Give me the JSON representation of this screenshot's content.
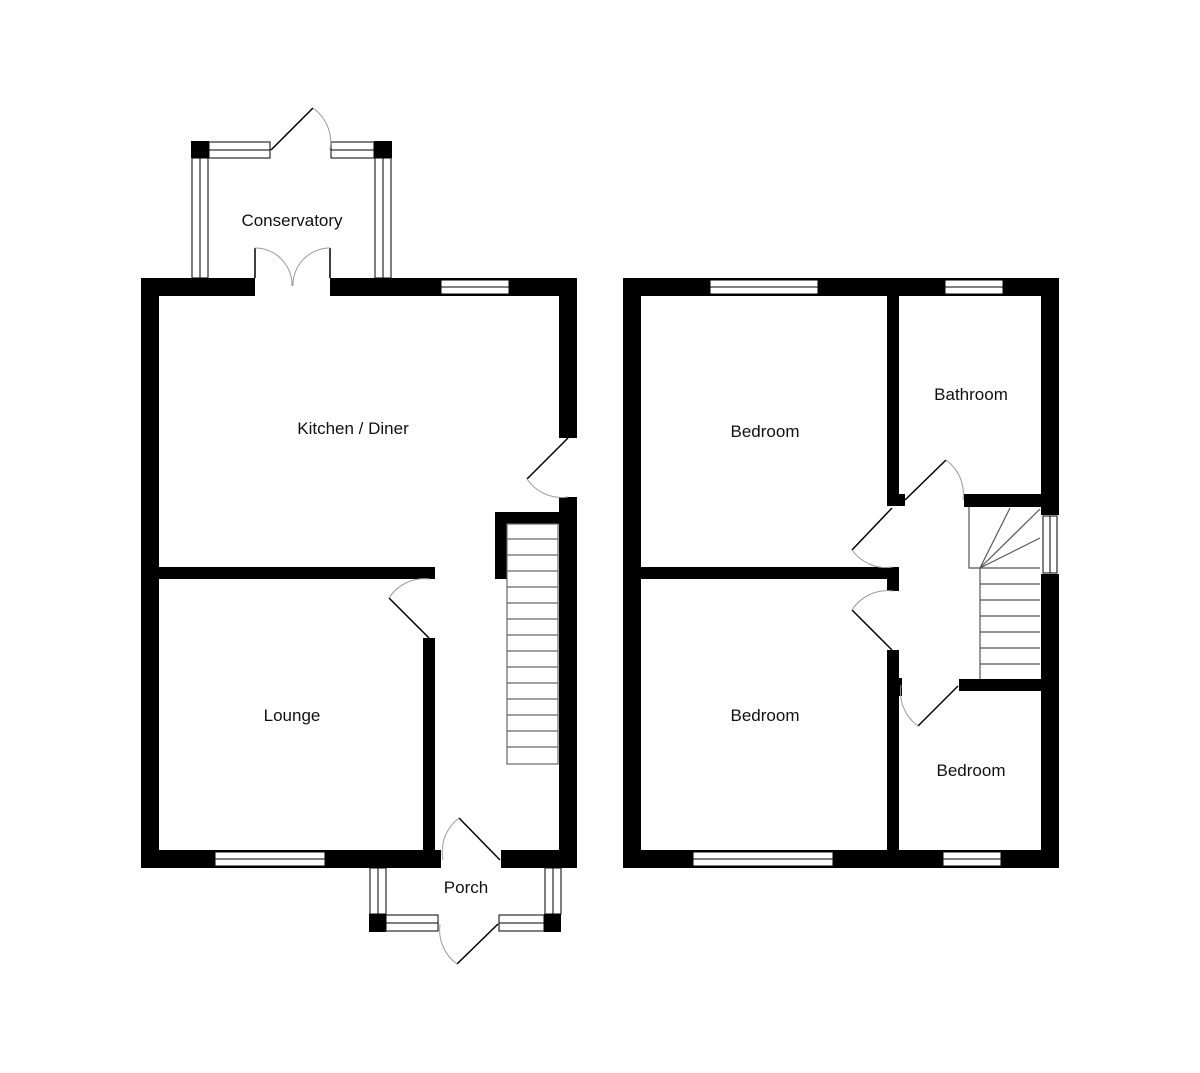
{
  "floor_plan": {
    "colors": {
      "wall": "#000000",
      "background": "#ffffff",
      "swing_arc": "#9a9a9a",
      "stair_line": "#666666"
    },
    "ground_floor": {
      "rooms": [
        {
          "id": "conservatory",
          "label": "Conservatory"
        },
        {
          "id": "kitchen-diner",
          "label": "Kitchen / Diner"
        },
        {
          "id": "lounge",
          "label": "Lounge"
        },
        {
          "id": "porch",
          "label": "Porch"
        }
      ],
      "stairs": {
        "treads": 15
      }
    },
    "first_floor": {
      "rooms": [
        {
          "id": "bedroom-1",
          "label": "Bedroom"
        },
        {
          "id": "bathroom",
          "label": "Bathroom"
        },
        {
          "id": "bedroom-2",
          "label": "Bedroom"
        },
        {
          "id": "bedroom-3",
          "label": "Bedroom"
        }
      ],
      "stairs": {
        "winder_treads": 3,
        "straight_treads": 7
      }
    }
  }
}
